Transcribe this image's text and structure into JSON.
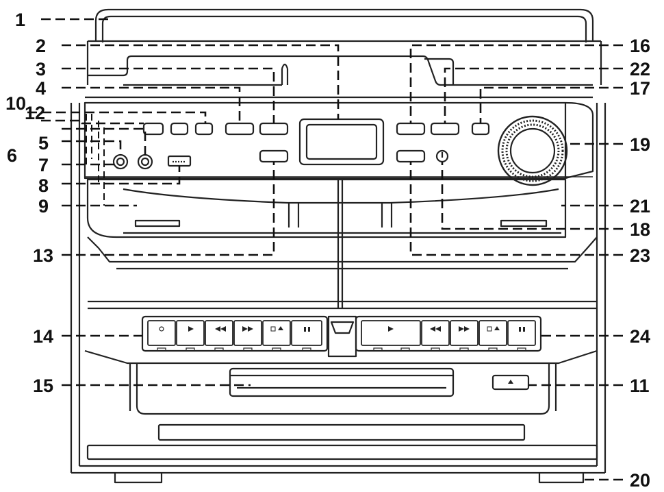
{
  "colors": {
    "line": "#222222",
    "leader": "#111111",
    "background": "#ffffff"
  },
  "callouts": {
    "c1": "1",
    "c2": "2",
    "c3": "3",
    "c4": "4",
    "c5": "5",
    "c6": "6",
    "c7": "7",
    "c8": "8",
    "c9": "9",
    "c10": "10",
    "c11": "11",
    "c12": "12",
    "c13": "13",
    "c14": "14",
    "c15": "15",
    "c16": "16",
    "c17": "17",
    "c18": "18",
    "c19": "19",
    "c20": "20",
    "c21": "21",
    "c22": "22",
    "c23": "23",
    "c24": "24"
  },
  "icons": [
    "record-icon",
    "play-icon",
    "rewind-icon",
    "fast-forward-icon",
    "stop-eject-icon",
    "pause-icon",
    "usb-port-icon",
    "headphone-jack-icon",
    "volume-knob-icon",
    "power-button-icon"
  ]
}
